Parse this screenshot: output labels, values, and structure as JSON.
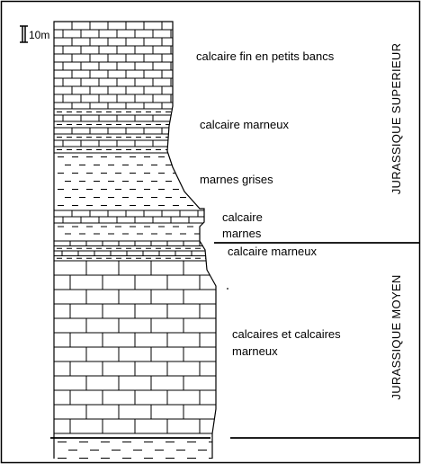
{
  "scale": {
    "label": "10m"
  },
  "layers": [
    {
      "name": "calcaire fin en petits bancs",
      "pattern": "thin-limestone"
    },
    {
      "name": "calcaire marneux",
      "pattern": "marly-limestone"
    },
    {
      "name": "marnes grises",
      "pattern": "marl"
    },
    {
      "name": "calcaire",
      "pattern": "thin-limestone"
    },
    {
      "name": "marnes",
      "pattern": "marl"
    },
    {
      "name": "calcaire marneux",
      "pattern": "marly-limestone"
    },
    {
      "name": "calcaires et calcaires marneux",
      "pattern": "thick-limestone"
    }
  ],
  "label_lines": {
    "calcaires_1": "calcaires et calcaires",
    "calcaires_2": "marneux"
  },
  "eras": {
    "upper": "JURASSIQUE SUPERIEUR",
    "middle": "JURASSIQUE MOYEN"
  },
  "colors": {
    "line": "#000000",
    "background": "#ffffff"
  }
}
